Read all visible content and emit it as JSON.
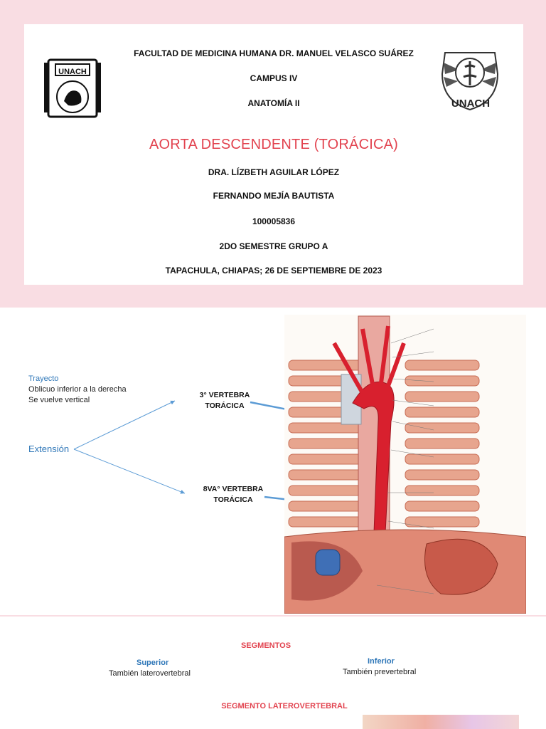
{
  "cover": {
    "faculty": "FACULTAD DE MEDICINA HUMANA DR. MANUEL VELASCO SUÁREZ",
    "campus": "CAMPUS IV",
    "subject": "ANATOMÍA II",
    "title": "AORTA DESCENDENTE (TORÁCICA)",
    "teacher": "DRA. LÍZBETH AGUILAR LÓPEZ",
    "student": "FERNANDO MEJÍA BAUTISTA",
    "student_id": "100005836",
    "group": "2DO SEMESTRE GRUPO A",
    "place_date": "TAPACHULA, CHIAPAS; 26 DE SEPTIEMBRE DE 2023",
    "logo_left_text": "UNACH",
    "logo_right_text": "UNACH"
  },
  "slide2": {
    "trayecto_label": "Trayecto",
    "trayecto_line1": "Oblicuo inferior a la derecha",
    "trayecto_line2": "Se vuelve vertical",
    "extension_label": "Extensión",
    "v3_line1": "3° VERTEBRA",
    "v3_line2": "TORÁCICA",
    "v8_line1": "8VA° VERTEBRA",
    "v8_line2": "TORÁCICA",
    "accent": "#2f77b8"
  },
  "slide3": {
    "segmentos": "SEGMENTOS",
    "superior": "Superior",
    "superior_desc": "También laterovertebral",
    "inferior": "Inferior",
    "inferior_desc": "También prevertebral",
    "seg_lat": "SEGMENTO LATEROVERTEBRAL",
    "accent": "#e2434f"
  }
}
